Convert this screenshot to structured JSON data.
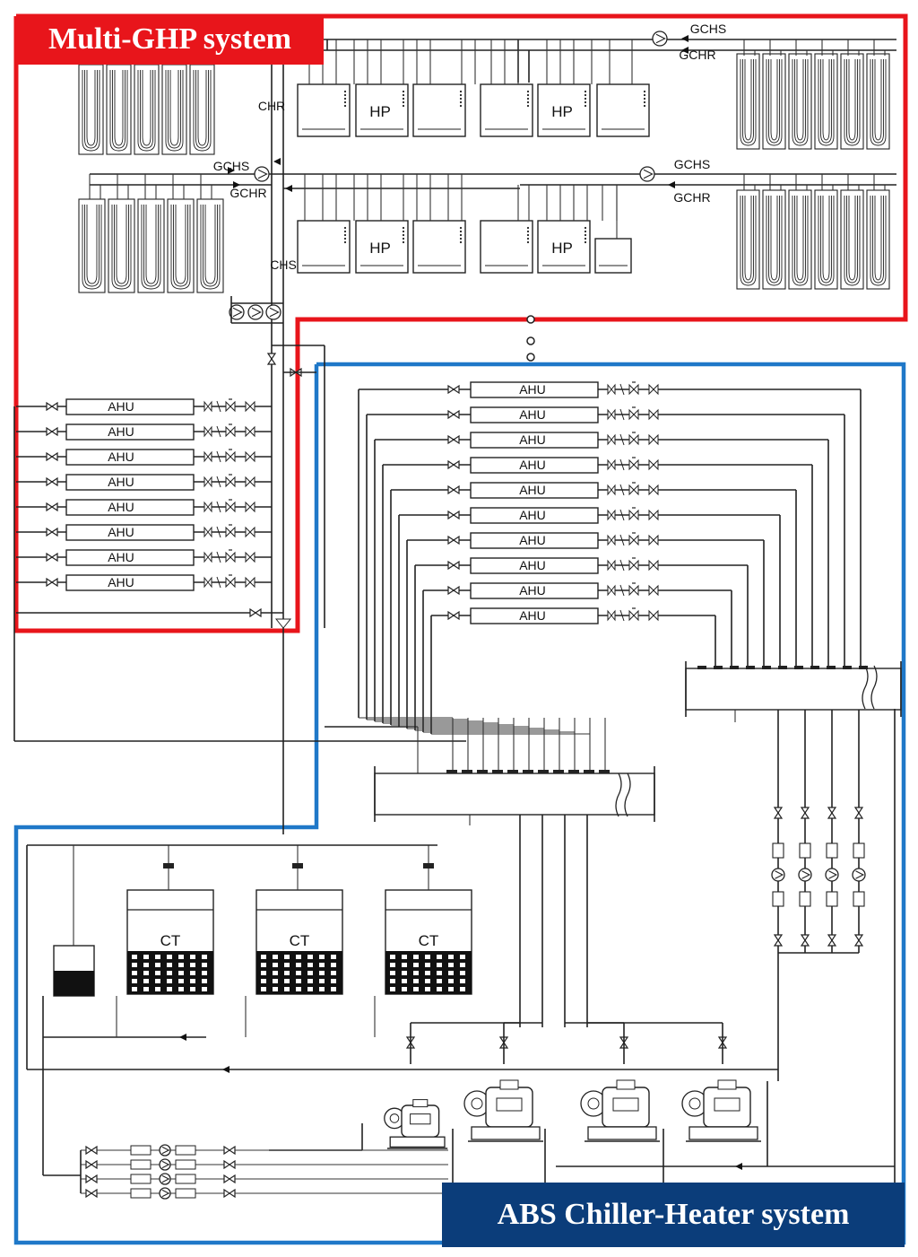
{
  "titles": {
    "ghp": "Multi-GHP system",
    "abs": "ABS Chiller-Heater system"
  },
  "labels": {
    "hp": "HP",
    "ahu": "AHU",
    "ct": "CT",
    "gchs": "GCHS",
    "gchr": "GCHR",
    "chr": "CHR",
    "chs": "CHS"
  },
  "colors": {
    "ghp_border": "#e8151b",
    "abs_border": "#1f78c8",
    "abs_banner": "#0b3d7a"
  },
  "counts": {
    "ghp_ahus": 8,
    "abs_ahus": 10,
    "cooling_towers": 3,
    "chillers": 4
  }
}
